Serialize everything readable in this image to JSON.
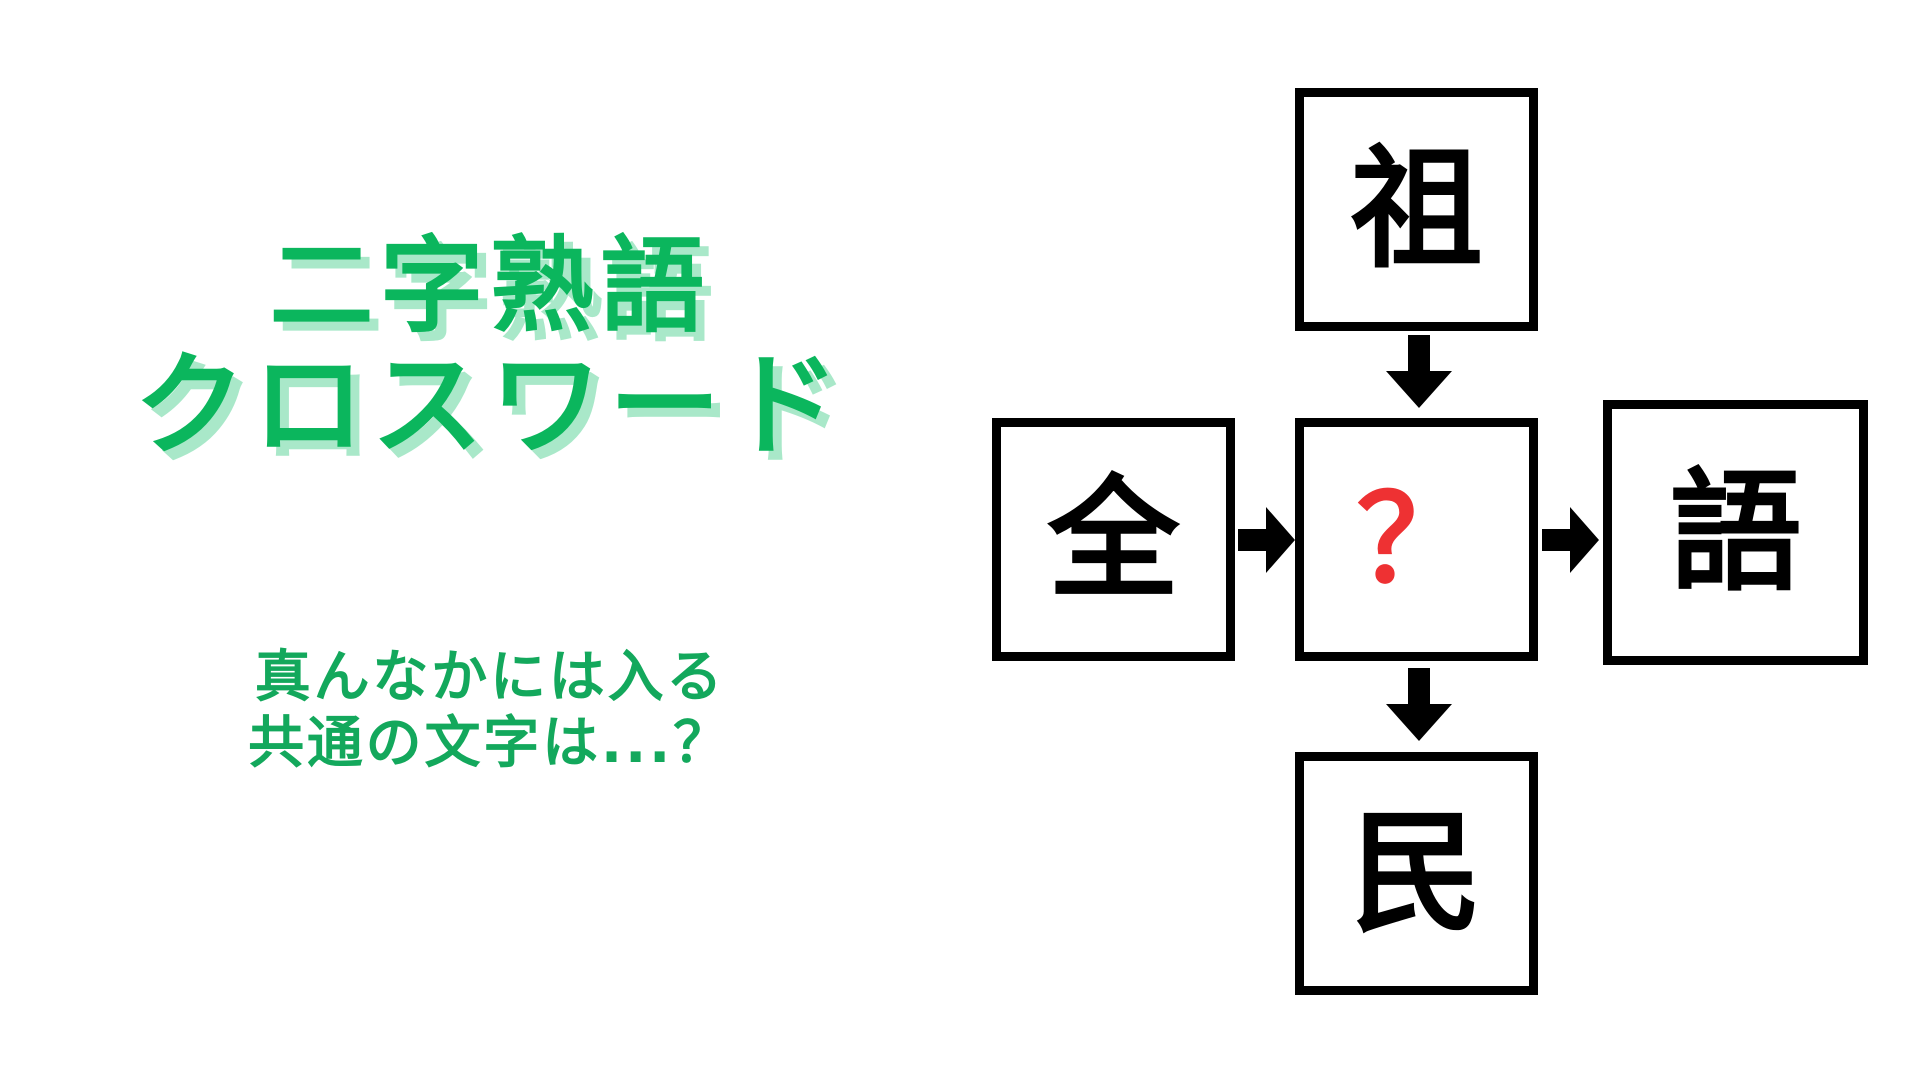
{
  "background_color": "#ffffff",
  "title": {
    "line1": "二字熟語",
    "line2": "クロスワード",
    "color": "#0bb65d",
    "shadow_color": "#a9e8c9"
  },
  "subtitle": {
    "line1": "真んなかには入る",
    "line2": "共通の文字は...？",
    "color": "#13a85c"
  },
  "puzzle": {
    "type": "kanji-crossword",
    "border_color": "#000000",
    "unknown_color": "#ee3133",
    "cells": {
      "top": "祖",
      "left": "全",
      "center": "？",
      "right": "語",
      "bottom": "民"
    },
    "arrows": [
      {
        "name": "arrow-top-to-center",
        "direction": "down"
      },
      {
        "name": "arrow-left-to-center",
        "direction": "right"
      },
      {
        "name": "arrow-center-to-right",
        "direction": "right"
      },
      {
        "name": "arrow-center-to-bottom",
        "direction": "down"
      }
    ]
  }
}
